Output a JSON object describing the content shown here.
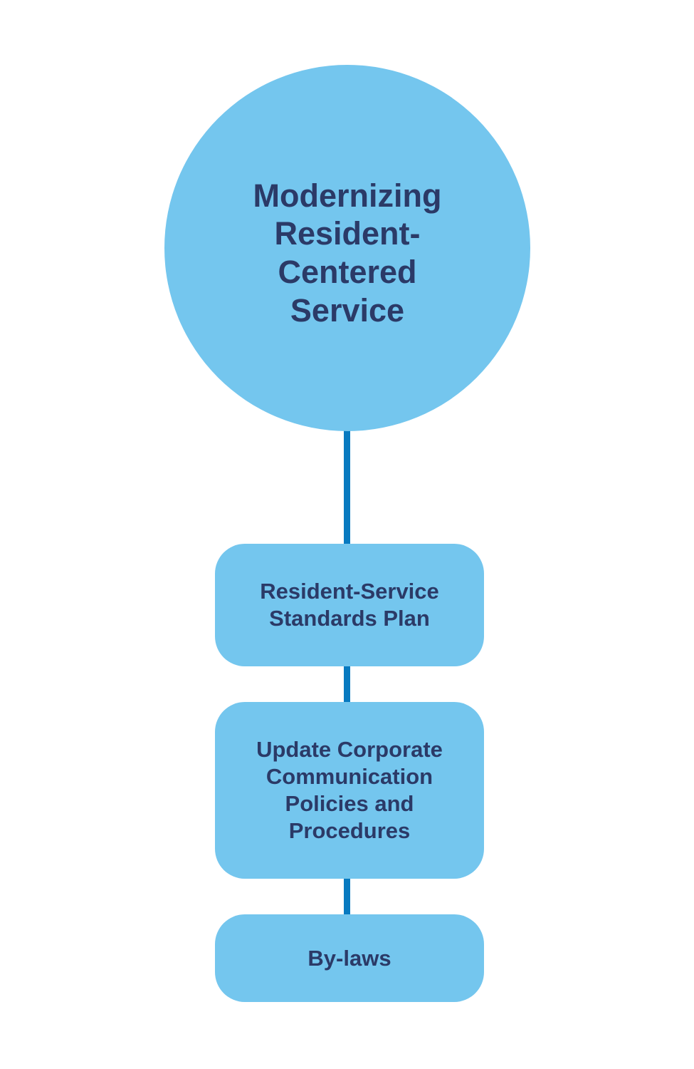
{
  "diagram": {
    "root": {
      "label": "Modernizing Resident-Centered Service"
    },
    "nodes": [
      {
        "label": "Resident-Service Standards Plan"
      },
      {
        "label": "Update Corporate Communication Policies and Procedures"
      },
      {
        "label": "By-laws"
      }
    ]
  },
  "colors": {
    "node_fill": "#74C6EE",
    "text_navy": "#2B3A67",
    "connector_blue": "#087AC0",
    "background": "#FFFFFF"
  }
}
